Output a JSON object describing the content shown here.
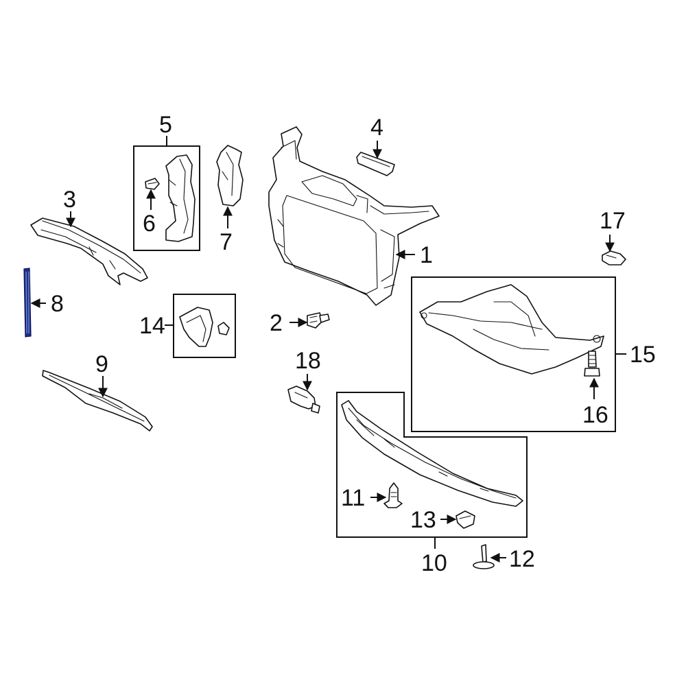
{
  "accent_color": "#1f2f8a",
  "callouts": {
    "c1": "1",
    "c2": "2",
    "c3": "3",
    "c4": "4",
    "c5": "5",
    "c6": "6",
    "c7": "7",
    "c8": "8",
    "c9": "9",
    "c10": "10",
    "c11": "11",
    "c12": "12",
    "c13": "13",
    "c14": "14",
    "c15": "15",
    "c16": "16",
    "c17": "17",
    "c18": "18"
  },
  "highlighted_part": "8"
}
